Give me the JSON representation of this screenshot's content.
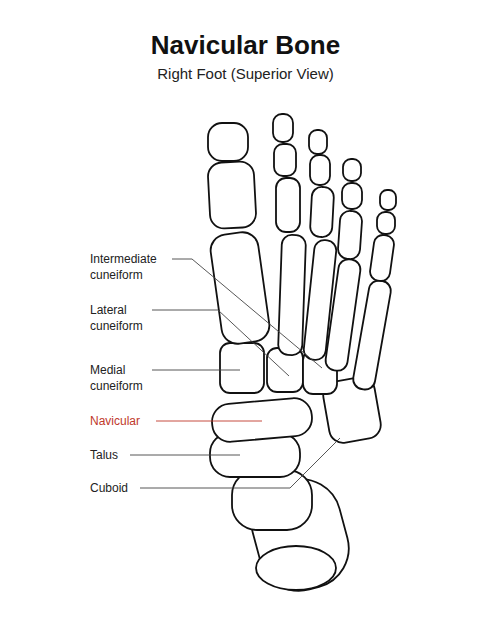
{
  "diagram": {
    "title": "Navicular Bone",
    "labels": [
      "Right Foot (Superior View)",
      "Intermediate cuneiform",
      "Lateral cuneiform",
      "Medial cuneiform",
      "Navicular",
      "Talus",
      "Cuboid"
    ]
  }
}
